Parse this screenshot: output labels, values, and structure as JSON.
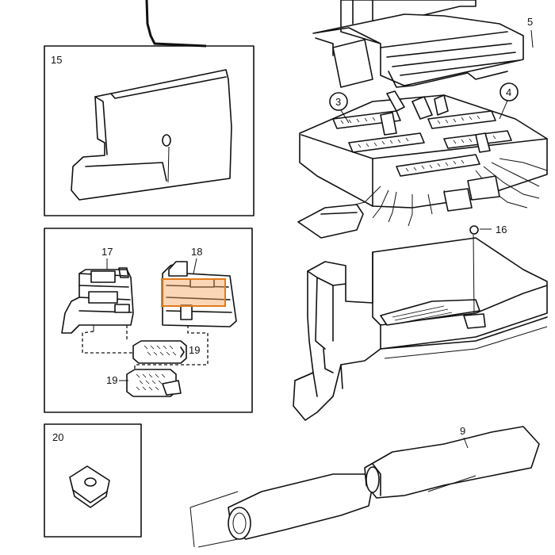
{
  "callouts": {
    "c3": "3",
    "c4": "4",
    "c5": "5",
    "c9": "9",
    "c15": "15",
    "c16": "16",
    "c17": "17",
    "c18": "18",
    "c19a": "19",
    "c19b": "19",
    "c20": "20"
  },
  "colors": {
    "highlight_fill": "#f4a460",
    "highlight_stroke": "#e07b1a",
    "line": "#111111"
  }
}
